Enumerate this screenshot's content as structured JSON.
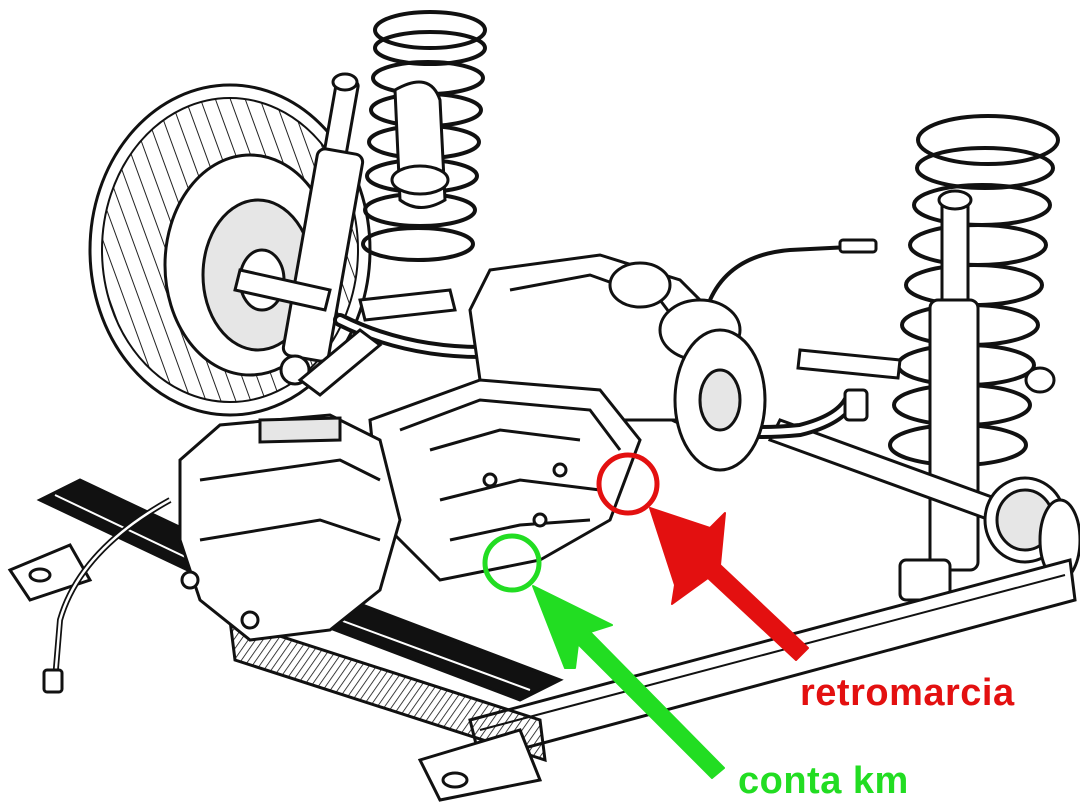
{
  "diagram": {
    "annotations": [
      {
        "id": "reverse-switch",
        "label": "retromarcia",
        "color": "#e31010"
      },
      {
        "id": "speedo-drive",
        "label": "conta km",
        "color": "#22dd22"
      }
    ],
    "line_color": "#111111",
    "fill_color": "#ffffff",
    "shade_color": "#d8d8d8"
  }
}
